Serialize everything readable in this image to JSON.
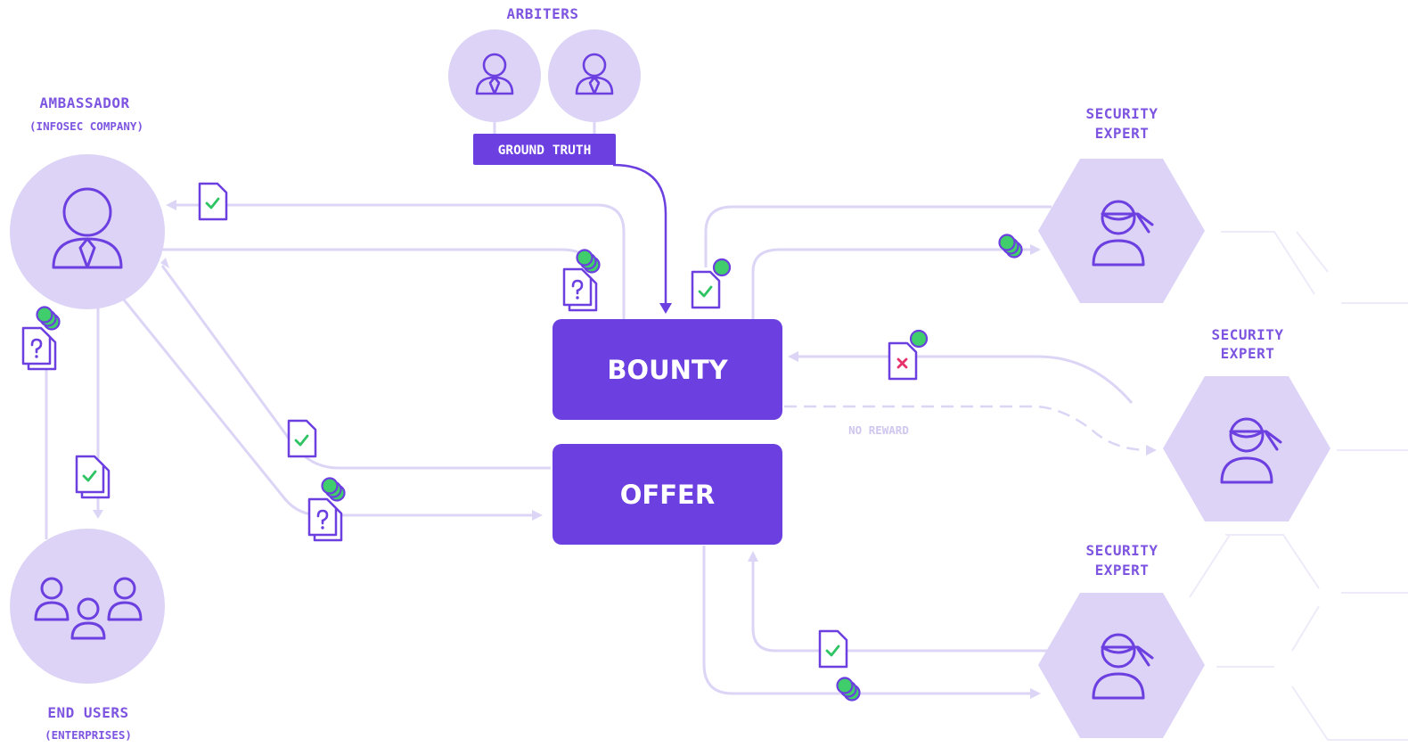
{
  "labels": {
    "arbiters": "ARBITERS",
    "ground_truth": "GROUND TRUTH",
    "ambassador": "AMBASSADOR",
    "ambassador_sub": "(INFOSEC COMPANY)",
    "end_users": "END USERS",
    "end_users_sub": "(ENTERPRISES)",
    "expert_line1": "SECURITY",
    "expert_line2": "EXPERT",
    "bounty": "BOUNTY",
    "offer": "OFFER",
    "no_reward": "NO REWARD"
  },
  "colors": {
    "primary": "#6c3fe0",
    "light": "#ddd3f6",
    "flow": "#dcd5f6",
    "coin": "#3fce6b",
    "reject": "#e8306a",
    "approve": "#2ec463"
  },
  "icons": {
    "person": "person-icon",
    "group": "group-icon",
    "expert": "masked-expert-icon",
    "document_ok": "approved-document-icon",
    "document_unknown": "question-document-icon",
    "document_bad": "rejected-document-icon",
    "coins": "coin-stack-icon"
  }
}
